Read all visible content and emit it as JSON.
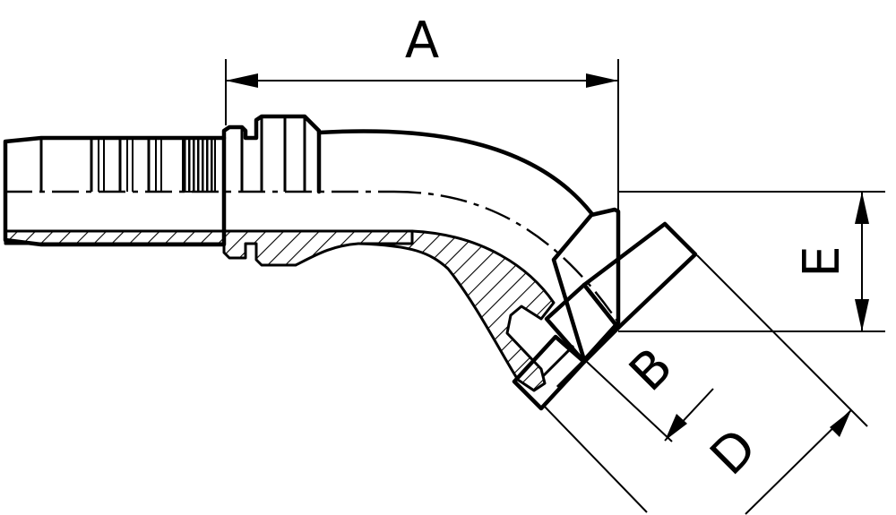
{
  "drawing": {
    "dimensions": {
      "a": "A",
      "b": "B",
      "d": "D",
      "e": "E"
    },
    "colors": {
      "line": "#000000",
      "background": "#ffffff"
    }
  }
}
